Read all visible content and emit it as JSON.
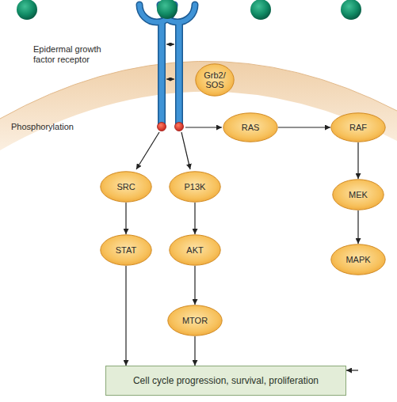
{
  "diagram": {
    "nodes": [
      {
        "text": [
          "Grb2/ SOS"
        ]
      },
      {
        "text": [
          "RAS"
        ]
      },
      {
        "text": [
          "RAF"
        ]
      },
      {
        "text": [
          "SRC"
        ]
      },
      {
        "text": [
          "P13K"
        ]
      },
      {
        "text": [
          "MEK"
        ]
      },
      {
        "text": [
          "STAT"
        ]
      },
      {
        "text": [
          "AKT"
        ]
      },
      {
        "text": [
          "MAPK"
        ]
      },
      {
        "text": [
          "MTOR"
        ]
      },
      {
        "text": [
          "Cell cycle progression, survival, proliferation"
        ]
      }
    ],
    "edges": [
      {
        "from": 1,
        "to": 2,
        "arrow": "to"
      },
      {
        "from": 2,
        "to": 5,
        "arrow": "to"
      },
      {
        "from": 5,
        "to": 8,
        "arrow": "to"
      },
      {
        "from": 3,
        "to": 6,
        "arrow": "to"
      },
      {
        "from": 4,
        "to": 7,
        "arrow": "to"
      },
      {
        "from": 7,
        "to": 9,
        "arrow": "to"
      },
      {
        "from": 6,
        "to": 10,
        "arrow": "to"
      },
      {
        "from": 9,
        "to": 10,
        "arrow": "to"
      },
      {
        "from": 8,
        "to": 10,
        "arrow": "to"
      }
    ],
    "labels": [
      "Epidermal growth factor receptor",
      "Phosphorylation"
    ]
  }
}
